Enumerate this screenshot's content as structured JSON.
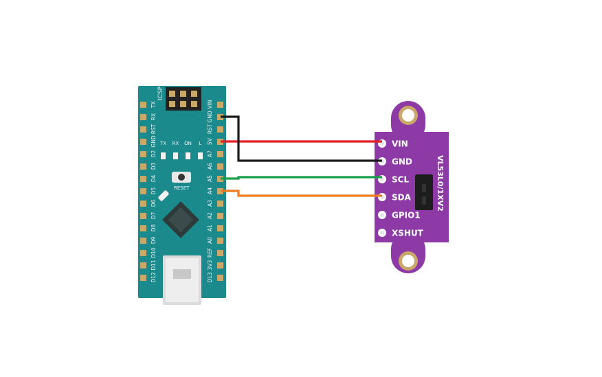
{
  "arduino": {
    "icsp_label": "ICSP",
    "reset_label": "RESET",
    "led_labels": [
      "TX",
      "RX",
      "ON",
      "L"
    ],
    "left_pins": [
      "TX",
      "RX",
      "RST",
      "GND",
      "D2",
      "D3",
      "D4",
      "D5",
      "D6",
      "D7",
      "D8",
      "D9",
      "D10",
      "D11",
      "D12"
    ],
    "right_pins": [
      "VIN",
      "GND",
      "RST",
      "5V",
      "A7",
      "A6",
      "A5",
      "A4",
      "A3",
      "A2",
      "A1",
      "A0",
      "REF",
      "3V3",
      "D13"
    ]
  },
  "sensor": {
    "name": "VL53L0/1XV2",
    "pins": [
      "VIN",
      "GND",
      "SCL",
      "SDA",
      "GPIO1",
      "XSHUT"
    ]
  },
  "wires": [
    {
      "from": "5V",
      "to": "VIN",
      "color": "#e31e24"
    },
    {
      "from": "GND",
      "to": "GND",
      "color": "#1a1a1a"
    },
    {
      "from": "A5",
      "to": "SCL",
      "color": "#17a04a"
    },
    {
      "from": "A4",
      "to": "SDA",
      "color": "#f07c22"
    }
  ],
  "colors": {
    "board": "#1b8a8d",
    "sensor_board": "#8e3aa6",
    "pad": "#c9a86a"
  }
}
